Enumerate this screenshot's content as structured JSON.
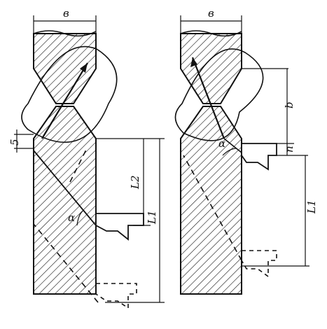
{
  "diagram": {
    "left_panel": {
      "width_label": "в",
      "label_5": "5",
      "label_L2": "L2",
      "label_L1": "L1",
      "label_alpha": "α"
    },
    "right_panel": {
      "width_label": "в",
      "label_b": "b",
      "label_n": "n",
      "label_L1": "L1",
      "label_alpha": "α"
    },
    "colors": {
      "ink": "#111111",
      "paper": "#ffffff"
    }
  }
}
